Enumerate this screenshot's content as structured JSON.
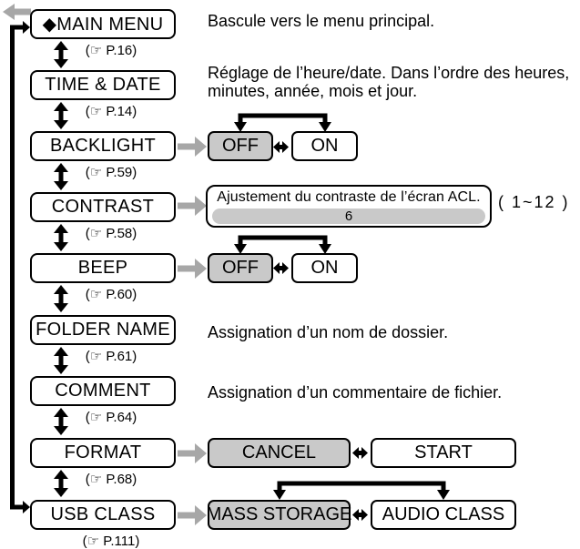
{
  "menu": {
    "items": [
      {
        "label": "◆MAIN MENU",
        "ref": "(☞ P.16)",
        "description": "Bascule vers le menu principal."
      },
      {
        "label": "TIME & DATE",
        "ref": "(☞ P.14)",
        "description": "Réglage de l’heure/date. Dans l’ordre des heures, minutes, année, mois et jour."
      },
      {
        "label": "BACKLIGHT",
        "ref": "(☞ P.59)",
        "options": {
          "selected": "OFF",
          "alternate": "ON"
        }
      },
      {
        "label": "CONTRAST",
        "ref": "(☞ P.58)",
        "panel": {
          "caption": "Ajustement du contraste de l’écran ACL.",
          "value": "6",
          "range": "( 1~12 )"
        }
      },
      {
        "label": "BEEP",
        "ref": "(☞ P.60)",
        "options": {
          "selected": "OFF",
          "alternate": "ON"
        }
      },
      {
        "label": "FOLDER NAME",
        "ref": "(☞ P.61)",
        "description": "Assignation d’un nom de dossier."
      },
      {
        "label": "COMMENT",
        "ref": "(☞ P.64)",
        "description": "Assignation d’un commentaire de fichier."
      },
      {
        "label": "FORMAT",
        "ref": "(☞ P.68)",
        "options": {
          "selected": "CANCEL",
          "alternate": "START"
        }
      },
      {
        "label": "USB CLASS",
        "ref": "(☞ P.111)",
        "options": {
          "selected": "MASS STORAGE",
          "alternate": "AUDIO CLASS"
        }
      }
    ]
  },
  "colors": {
    "line": "#000000",
    "box_background": "#ffffff",
    "selected_fill": "#c9c9c9",
    "flow_arrow": "#a7a7a7"
  }
}
